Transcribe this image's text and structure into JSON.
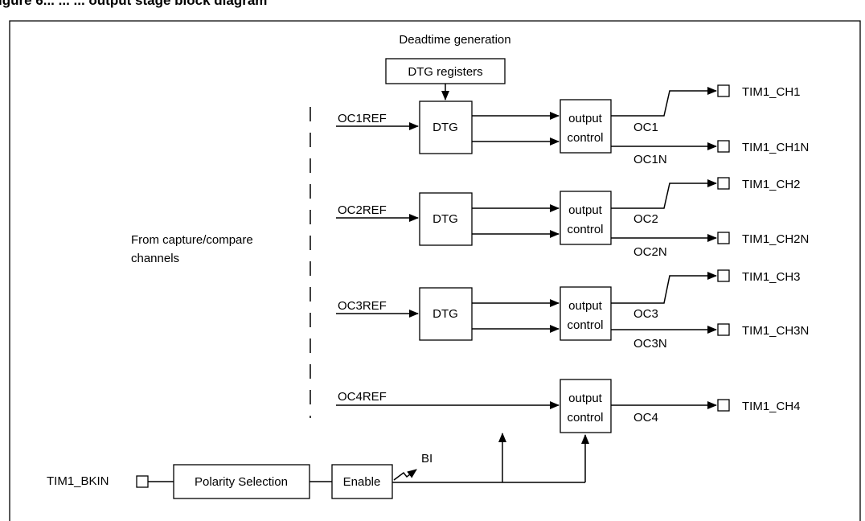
{
  "figure": {
    "title_fragment": "igure 6... ... ... output stage block diagram"
  },
  "deadtime": {
    "label": "Deadtime generation",
    "registers_label": "DTG registers"
  },
  "source": {
    "label_line1": "From capture/compare",
    "label_line2": "channels"
  },
  "channels": [
    {
      "ref": "OC1REF",
      "dtg": "DTG",
      "ctrl1": "output",
      "ctrl2": "control",
      "oc": "OC1",
      "ocn": "OC1N",
      "pin_p": "TIM1_CH1",
      "pin_n": "TIM1_CH1N"
    },
    {
      "ref": "OC2REF",
      "dtg": "DTG",
      "ctrl1": "output",
      "ctrl2": "control",
      "oc": "OC2",
      "ocn": "OC2N",
      "pin_p": "TIM1_CH2",
      "pin_n": "TIM1_CH2N"
    },
    {
      "ref": "OC3REF",
      "dtg": "DTG",
      "ctrl1": "output",
      "ctrl2": "control",
      "oc": "OC3",
      "ocn": "OC3N",
      "pin_p": "TIM1_CH3",
      "pin_n": "TIM1_CH3N"
    }
  ],
  "channel4": {
    "ref": "OC4REF",
    "ctrl1": "output",
    "ctrl2": "control",
    "oc": "OC4",
    "pin": "TIM1_CH4"
  },
  "brake": {
    "input_pin": "TIM1_BKIN",
    "polarity_label": "Polarity Selection",
    "enable_label": "Enable",
    "bi_label": "BI"
  }
}
